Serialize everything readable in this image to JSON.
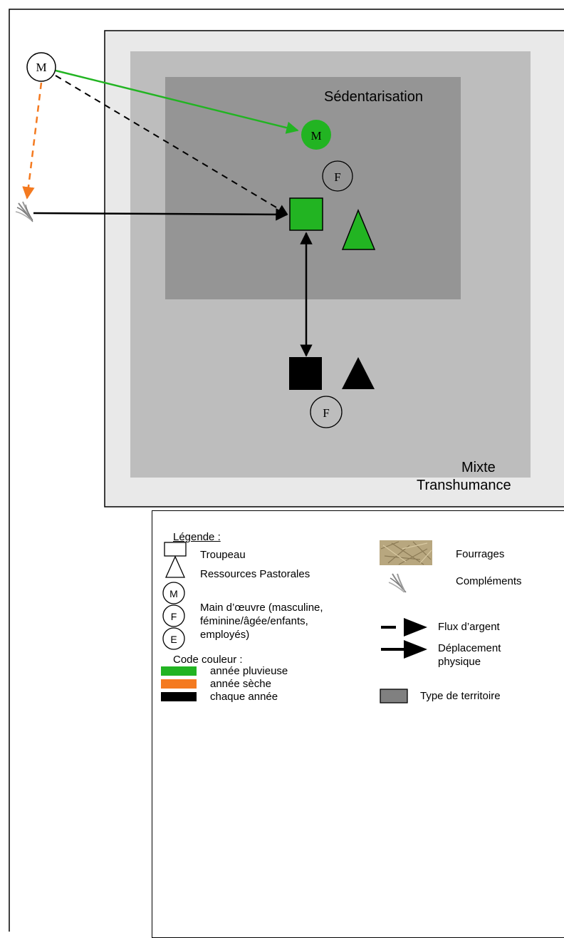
{
  "zones": {
    "transhumance": "Transhumance",
    "mixte": "Mixte",
    "sedentarisation": "Sédentarisation"
  },
  "nodes": {
    "labour_source": "M",
    "labour_green": "M",
    "labour_female_top": "F",
    "labour_female_bottom": "F"
  },
  "legend": {
    "title": "Légende :",
    "troupeau": "Troupeau",
    "ressources": "Ressources Pastorales",
    "main_oeuvre_m": "M",
    "main_oeuvre_f": "F",
    "main_oeuvre_e": "E",
    "main_oeuvre_line1": "Main d’œuvre (masculine,",
    "main_oeuvre_line2": "féminine/âgée/enfants,",
    "main_oeuvre_line3": "employés)",
    "code_couleur": "Code couleur :",
    "annee_pluvieuse": "année pluvieuse",
    "annee_seche": "année sèche",
    "chaque_annee": "chaque année",
    "fourrages": "Fourrages",
    "complements": "Compléments",
    "flux_argent": "Flux d’argent",
    "deplacement_line1": "Déplacement",
    "deplacement_line2": "physique",
    "type_territoire": "Type de territoire"
  },
  "colors": {
    "green": "#22b422",
    "orange": "#f47a20",
    "black": "#000000",
    "transhumance_bg": "#e9e9e9",
    "mixte_bg": "#bdbdbd",
    "sedentarisation_bg": "#959595",
    "territory_swatch": "#808080"
  }
}
